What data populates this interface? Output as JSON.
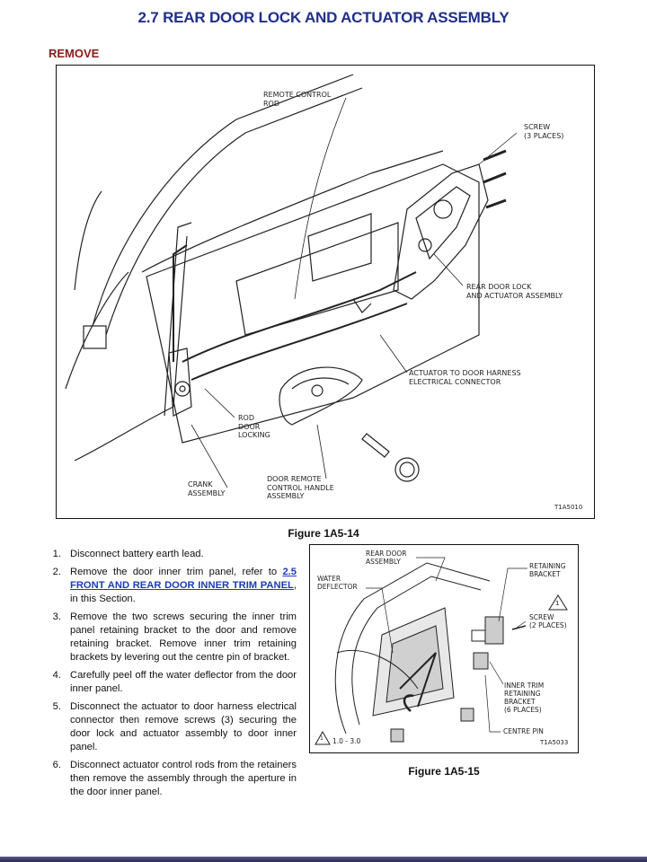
{
  "title": "2.7 REAR DOOR LOCK AND ACTUATOR ASSEMBLY",
  "section_heading": "REMOVE",
  "figure1": {
    "caption": "Figure 1A5-14",
    "code": "T1A5010",
    "labels": {
      "remote_control_rod": "REMOTE CONTROL\nROD",
      "screw": "SCREW\n(3 PLACES)",
      "lock_assembly": "REAR DOOR LOCK\nAND ACTUATOR ASSEMBLY",
      "harness_connector": "ACTUATOR TO DOOR HARNESS\nELECTRICAL CONNECTOR",
      "rod_door_locking": "ROD\nDOOR\nLOCKING",
      "crank_assembly": "CRANK\nASSEMBLY",
      "handle_assembly": "DOOR REMOTE\nCONTROL HANDLE\nASSEMBLY"
    }
  },
  "steps": [
    {
      "num": "1.",
      "text": "Disconnect battery earth lead."
    },
    {
      "num": "2.",
      "text_before": "Remove the door inner trim panel, refer to ",
      "link": "2.5 FRONT AND REAR DOOR INNER TRIM PANEL",
      "text_after": ", in this Section."
    },
    {
      "num": "3.",
      "text": "Remove the two screws securing the inner trim panel retaining bracket to the door and remove retaining bracket. Remove inner trim retaining brackets by levering out the centre pin of bracket."
    },
    {
      "num": "4.",
      "text": "Carefully peel off the water deflector from the door inner panel."
    },
    {
      "num": "5.",
      "text": "Disconnect the actuator to door harness electrical connector then remove screws (3) securing the door lock and actuator assembly to door inner panel."
    },
    {
      "num": "6.",
      "text": "Disconnect actuator control rods from the retainers then remove the assembly through the aperture in the door inner panel."
    }
  ],
  "figure2": {
    "caption": "Figure 1A5-15",
    "code": "T1A5033",
    "torque": "1.0 - 3.0",
    "warning_symbol": "1",
    "labels": {
      "rear_door_assembly": "REAR DOOR\nASSEMBLY",
      "water_deflector": "WATER\nDEFLECTOR",
      "retaining_bracket": "RETAINING\nBRACKET",
      "screw": "SCREW\n(2 PLACES)",
      "inner_trim_bracket": "INNER TRIM\nRETAINING\nBRACKET\n(6 PLACES)",
      "centre_pin": "CENTRE PIN"
    }
  }
}
